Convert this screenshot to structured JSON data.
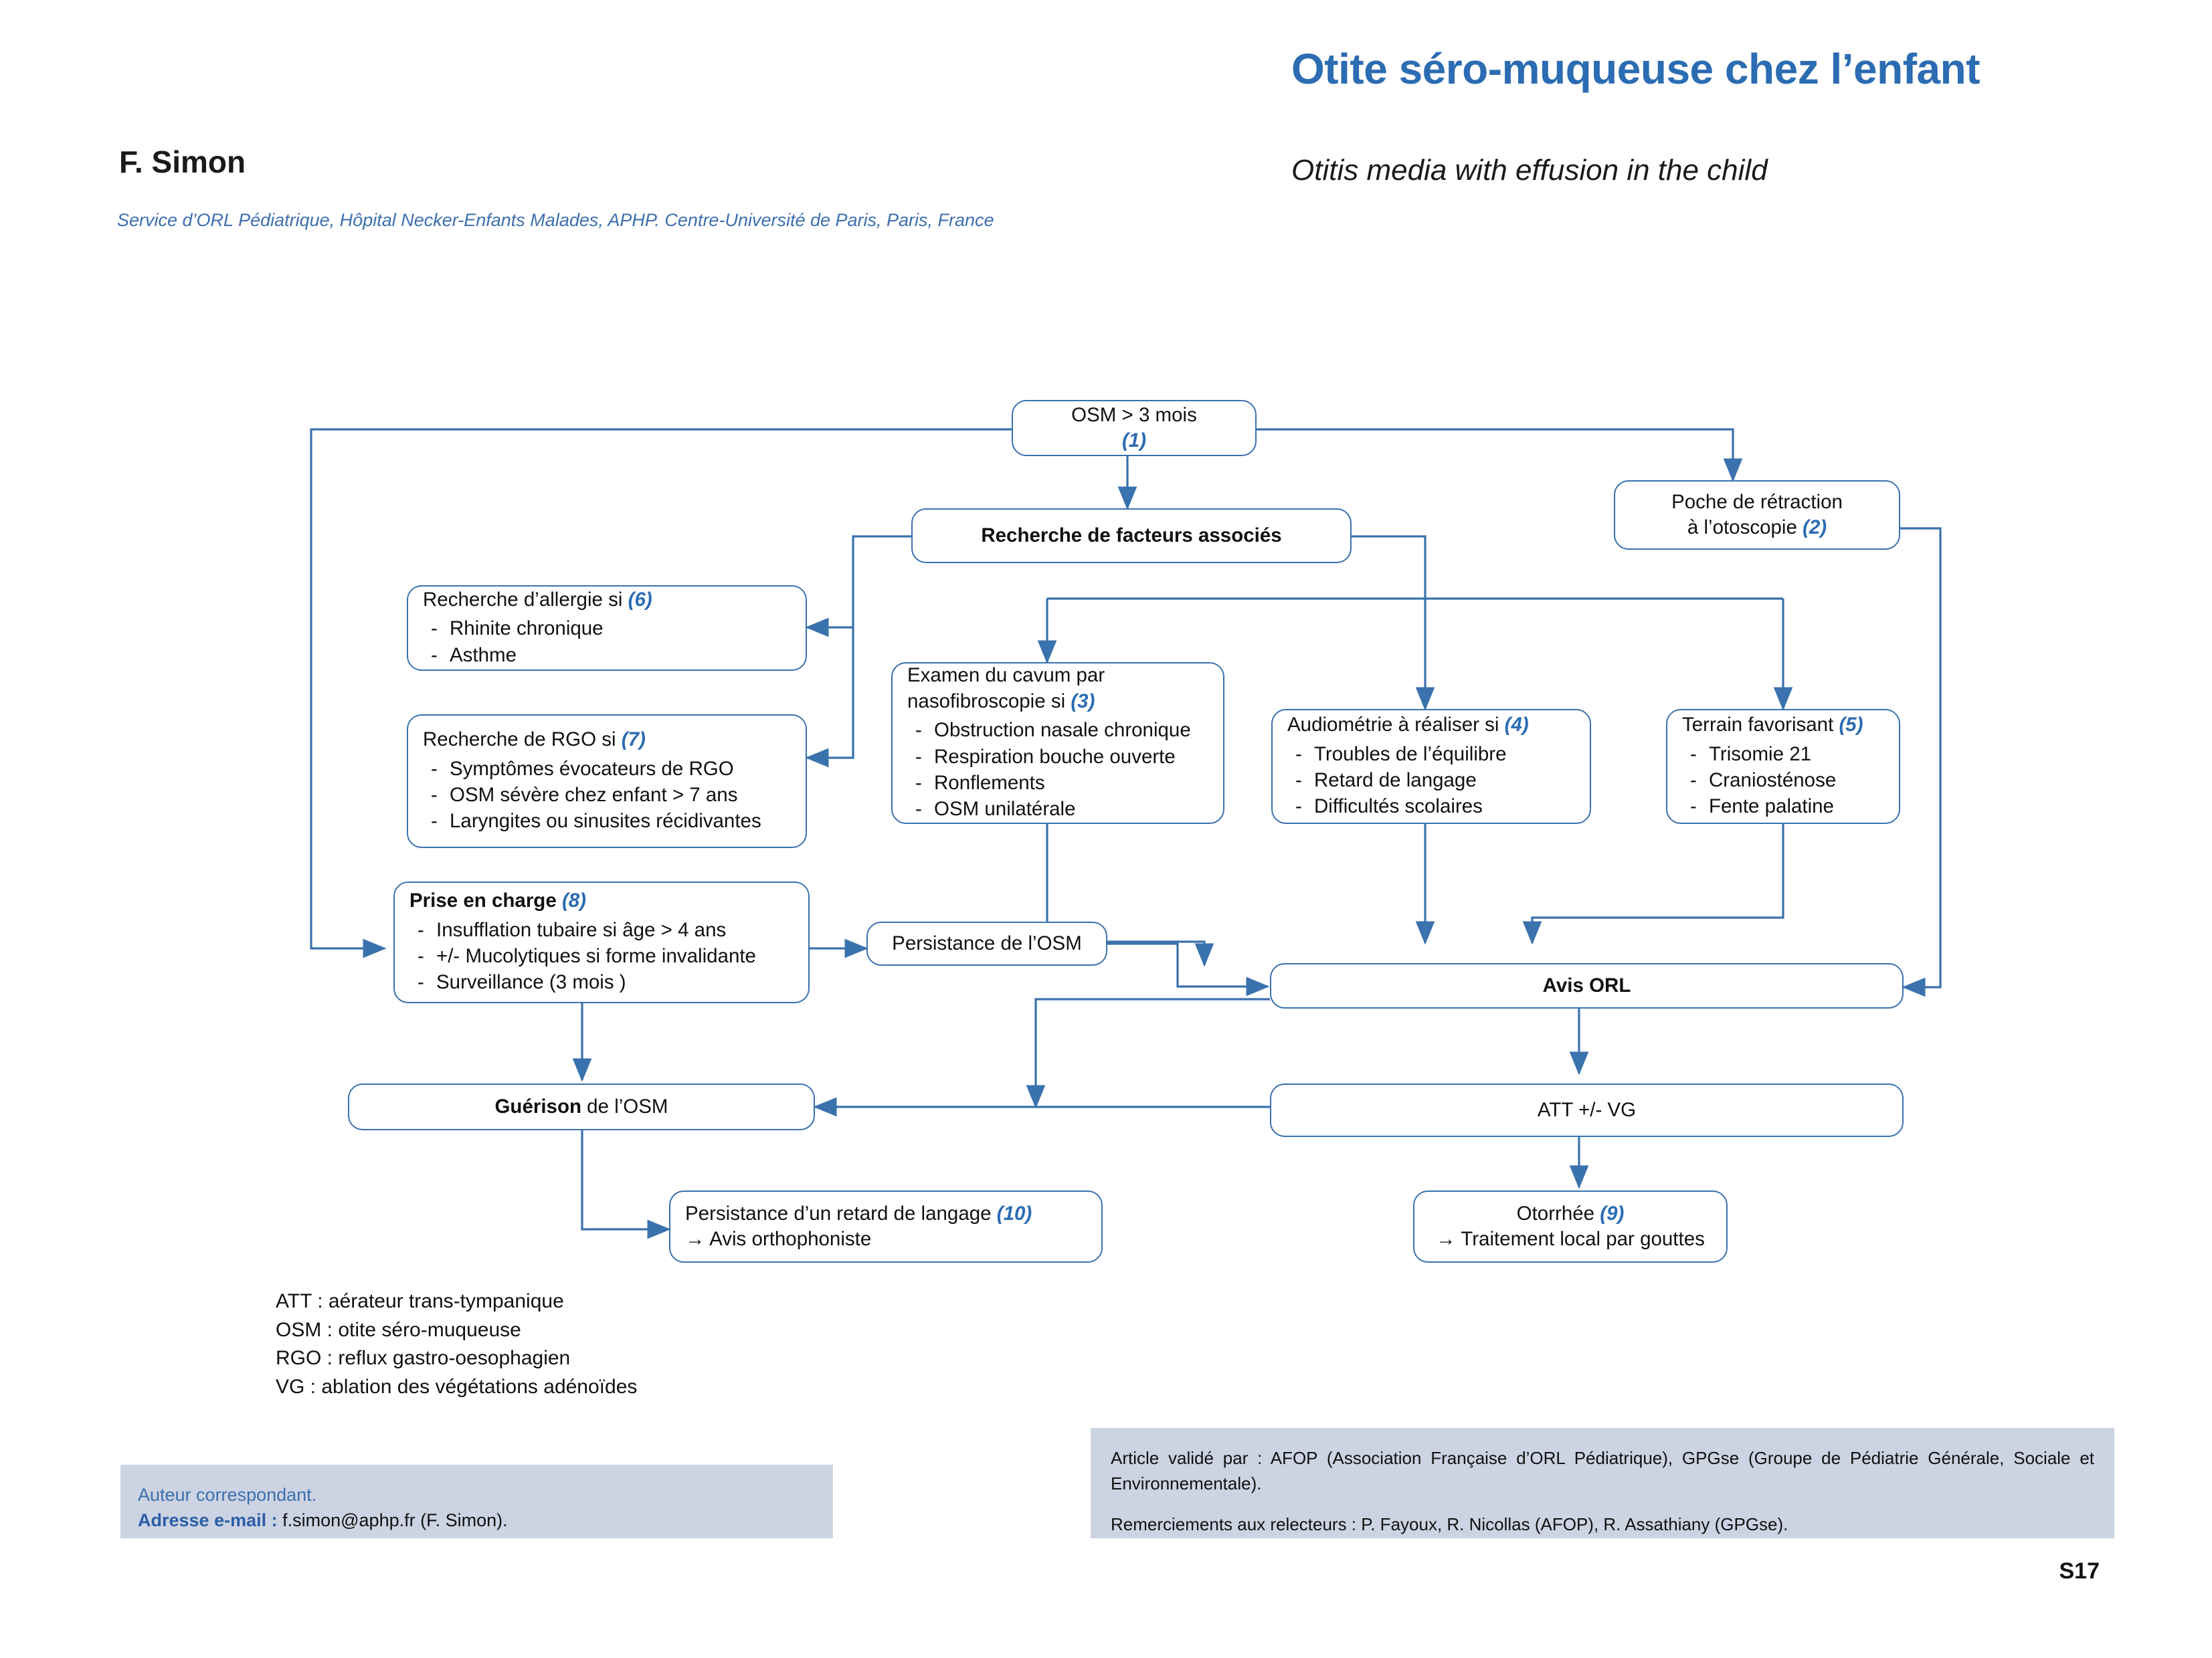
{
  "header": {
    "title": "Otite séro-muqueuse chez l’enfant",
    "subtitle": "Otitis media with effusion in the child",
    "author": "F. Simon",
    "affiliation": "Service d’ORL Pédiatrique, Hôpital Necker-Enfants Malades, APHP. Centre-Université de Paris, Paris, France"
  },
  "flowchart": {
    "type": "flowchart",
    "nodes": [
      {
        "id": "osm3mois",
        "heading": "OSM > 3 mois",
        "ref": "(1)",
        "items": []
      },
      {
        "id": "poche",
        "heading": "Poche de rétraction",
        "line2": "à l’otoscopie",
        "ref": "(2)",
        "items": []
      },
      {
        "id": "facteurs",
        "heading": "Recherche de facteurs associés",
        "ref": "",
        "items": []
      },
      {
        "id": "allergie",
        "heading": "Recherche d’allergie si",
        "ref": "(6)",
        "items": [
          "Rhinite chronique",
          "Asthme"
        ]
      },
      {
        "id": "rgo",
        "heading": "Recherche de RGO si",
        "ref": "(7)",
        "items": [
          "Symptômes évocateurs de RGO",
          "OSM sévère chez enfant > 7 ans",
          "Laryngites ou sinusites récidivantes"
        ]
      },
      {
        "id": "cavum",
        "heading": "Examen du cavum par",
        "line2": "nasofibroscopie si",
        "ref": "(3)",
        "items": [
          "Obstruction nasale chronique",
          "Respiration bouche ouverte",
          "Ronflements",
          "OSM unilatérale"
        ]
      },
      {
        "id": "audio",
        "heading": "Audiométrie à réaliser si",
        "ref": "(4)",
        "items": [
          "Troubles de l’équilibre",
          "Retard de langage",
          "Difficultés scolaires"
        ]
      },
      {
        "id": "terrain",
        "heading": "Terrain favorisant",
        "ref": "(5)",
        "items": [
          "Trisomie 21",
          "Craniosténose",
          "Fente palatine"
        ]
      },
      {
        "id": "prise",
        "heading": "Prise en charge",
        "ref": "(8)",
        "items": [
          "Insufflation tubaire si âge > 4 ans",
          "+/- Mucolytiques si forme invalidante",
          "Surveillance (3 mois )"
        ]
      },
      {
        "id": "persist",
        "heading": "Persistance de l’OSM",
        "ref": "",
        "items": []
      },
      {
        "id": "avisorl",
        "heading": "Avis ORL",
        "ref": "",
        "items": []
      },
      {
        "id": "guerison",
        "heading": "Guérison",
        "tail": " de l’OSM",
        "ref": "",
        "items": []
      },
      {
        "id": "attvg",
        "heading": "ATT +/- VG",
        "ref": "",
        "items": []
      },
      {
        "id": "retard",
        "heading": "Persistance d’un retard de langage",
        "ref": "(10)",
        "line2": "→ Avis orthophoniste",
        "items": []
      },
      {
        "id": "otorrhee",
        "heading": "Otorrhée",
        "ref": "(9)",
        "line2": "→ Traitement local par gouttes",
        "items": []
      }
    ],
    "edges": [
      {
        "from": "osm3mois",
        "to": "facteurs"
      },
      {
        "from": "osm3mois",
        "to": "poche"
      },
      {
        "from": "osm3mois",
        "to": "prise"
      },
      {
        "from": "facteurs",
        "to": "allergie"
      },
      {
        "from": "facteurs",
        "to": "rgo"
      },
      {
        "from": "facteurs",
        "to": "cavum"
      },
      {
        "from": "facteurs",
        "to": "audio"
      },
      {
        "from": "facteurs",
        "to": "terrain"
      },
      {
        "from": "poche",
        "to": "avisorl"
      },
      {
        "from": "cavum",
        "to": "avisorl"
      },
      {
        "from": "audio",
        "to": "avisorl"
      },
      {
        "from": "terrain",
        "to": "avisorl"
      },
      {
        "from": "prise",
        "to": "persist"
      },
      {
        "from": "prise",
        "to": "guerison"
      },
      {
        "from": "persist",
        "to": "avisorl"
      },
      {
        "from": "avisorl",
        "to": "attvg"
      },
      {
        "from": "avisorl",
        "to": "guerison"
      },
      {
        "from": "attvg",
        "to": "guerison"
      },
      {
        "from": "attvg",
        "to": "otorrhee"
      },
      {
        "from": "guerison",
        "to": "retard"
      }
    ],
    "colors": {
      "stroke": "#3a72ad",
      "ref": "#2b6cb2",
      "text": "#111111",
      "background": "#ffffff"
    }
  },
  "abbreviations": [
    "ATT : aérateur trans-tympanique",
    "OSM : otite séro-muqueuse",
    "RGO : reflux gastro-oesophagien",
    "VG : ablation des végétations adénoïdes"
  ],
  "footer": {
    "corresponding_label": "Auteur correspondant.",
    "email_label": "Adresse e-mail :",
    "email_value": "f.simon@aphp.fr (F. Simon).",
    "validation": "Article validé par : AFOP (Association Française d’ORL Pédiatrique), GPGse (Groupe de Pédiatrie Générale, Sociale et Environnementale).",
    "acknowledgements": "Remerciements aux relecteurs : P. Fayoux, R. Nicollas (AFOP), R. Assathiany (GPGse).",
    "page_number": "S17"
  }
}
